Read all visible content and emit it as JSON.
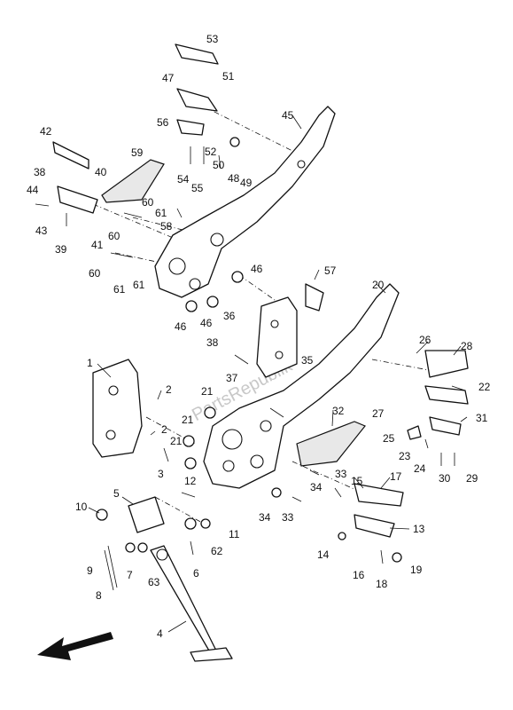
{
  "diagram": {
    "watermark": "PartsRepublik",
    "callouts": [
      {
        "id": "c1",
        "label": "1"
      },
      {
        "id": "c2a",
        "label": "2"
      },
      {
        "id": "c2b",
        "label": "2"
      },
      {
        "id": "c3",
        "label": "3"
      },
      {
        "id": "c4",
        "label": "4"
      },
      {
        "id": "c5",
        "label": "5"
      },
      {
        "id": "c6",
        "label": "6"
      },
      {
        "id": "c7",
        "label": "7"
      },
      {
        "id": "c8",
        "label": "8"
      },
      {
        "id": "c9",
        "label": "9"
      },
      {
        "id": "c10",
        "label": "10"
      },
      {
        "id": "c11",
        "label": "11"
      },
      {
        "id": "c12",
        "label": "12"
      },
      {
        "id": "c13",
        "label": "13"
      },
      {
        "id": "c14",
        "label": "14"
      },
      {
        "id": "c15",
        "label": "15"
      },
      {
        "id": "c16",
        "label": "16"
      },
      {
        "id": "c17",
        "label": "17"
      },
      {
        "id": "c18",
        "label": "18"
      },
      {
        "id": "c19",
        "label": "19"
      },
      {
        "id": "c20",
        "label": "20"
      },
      {
        "id": "c21a",
        "label": "21"
      },
      {
        "id": "c21b",
        "label": "21"
      },
      {
        "id": "c21c",
        "label": "21"
      },
      {
        "id": "c22",
        "label": "22"
      },
      {
        "id": "c23",
        "label": "23"
      },
      {
        "id": "c24",
        "label": "24"
      },
      {
        "id": "c25",
        "label": "25"
      },
      {
        "id": "c26",
        "label": "26"
      },
      {
        "id": "c27",
        "label": "27"
      },
      {
        "id": "c28",
        "label": "28"
      },
      {
        "id": "c29",
        "label": "29"
      },
      {
        "id": "c30",
        "label": "30"
      },
      {
        "id": "c31",
        "label": "31"
      },
      {
        "id": "c32",
        "label": "32"
      },
      {
        "id": "c33a",
        "label": "33"
      },
      {
        "id": "c33b",
        "label": "33"
      },
      {
        "id": "c34a",
        "label": "34"
      },
      {
        "id": "c34b",
        "label": "34"
      },
      {
        "id": "c35",
        "label": "35"
      },
      {
        "id": "c36",
        "label": "36"
      },
      {
        "id": "c37",
        "label": "37"
      },
      {
        "id": "c38a",
        "label": "38"
      },
      {
        "id": "c38b",
        "label": "38"
      },
      {
        "id": "c39",
        "label": "39"
      },
      {
        "id": "c40",
        "label": "40"
      },
      {
        "id": "c41",
        "label": "41"
      },
      {
        "id": "c42",
        "label": "42"
      },
      {
        "id": "c43",
        "label": "43"
      },
      {
        "id": "c44",
        "label": "44"
      },
      {
        "id": "c45",
        "label": "45"
      },
      {
        "id": "c46a",
        "label": "46"
      },
      {
        "id": "c46b",
        "label": "46"
      },
      {
        "id": "c46c",
        "label": "46"
      },
      {
        "id": "c47",
        "label": "47"
      },
      {
        "id": "c48",
        "label": "48"
      },
      {
        "id": "c49",
        "label": "49"
      },
      {
        "id": "c50",
        "label": "50"
      },
      {
        "id": "c51",
        "label": "51"
      },
      {
        "id": "c52",
        "label": "52"
      },
      {
        "id": "c53",
        "label": "53"
      },
      {
        "id": "c54",
        "label": "54"
      },
      {
        "id": "c55",
        "label": "55"
      },
      {
        "id": "c56",
        "label": "56"
      },
      {
        "id": "c57",
        "label": "57"
      },
      {
        "id": "c58",
        "label": "58"
      },
      {
        "id": "c59",
        "label": "59"
      },
      {
        "id": "c60a",
        "label": "60"
      },
      {
        "id": "c60b",
        "label": "60"
      },
      {
        "id": "c60c",
        "label": "60"
      },
      {
        "id": "c61a",
        "label": "61"
      },
      {
        "id": "c61b",
        "label": "61"
      },
      {
        "id": "c61c",
        "label": "61"
      },
      {
        "id": "c62",
        "label": "62"
      },
      {
        "id": "c63",
        "label": "63"
      }
    ]
  }
}
